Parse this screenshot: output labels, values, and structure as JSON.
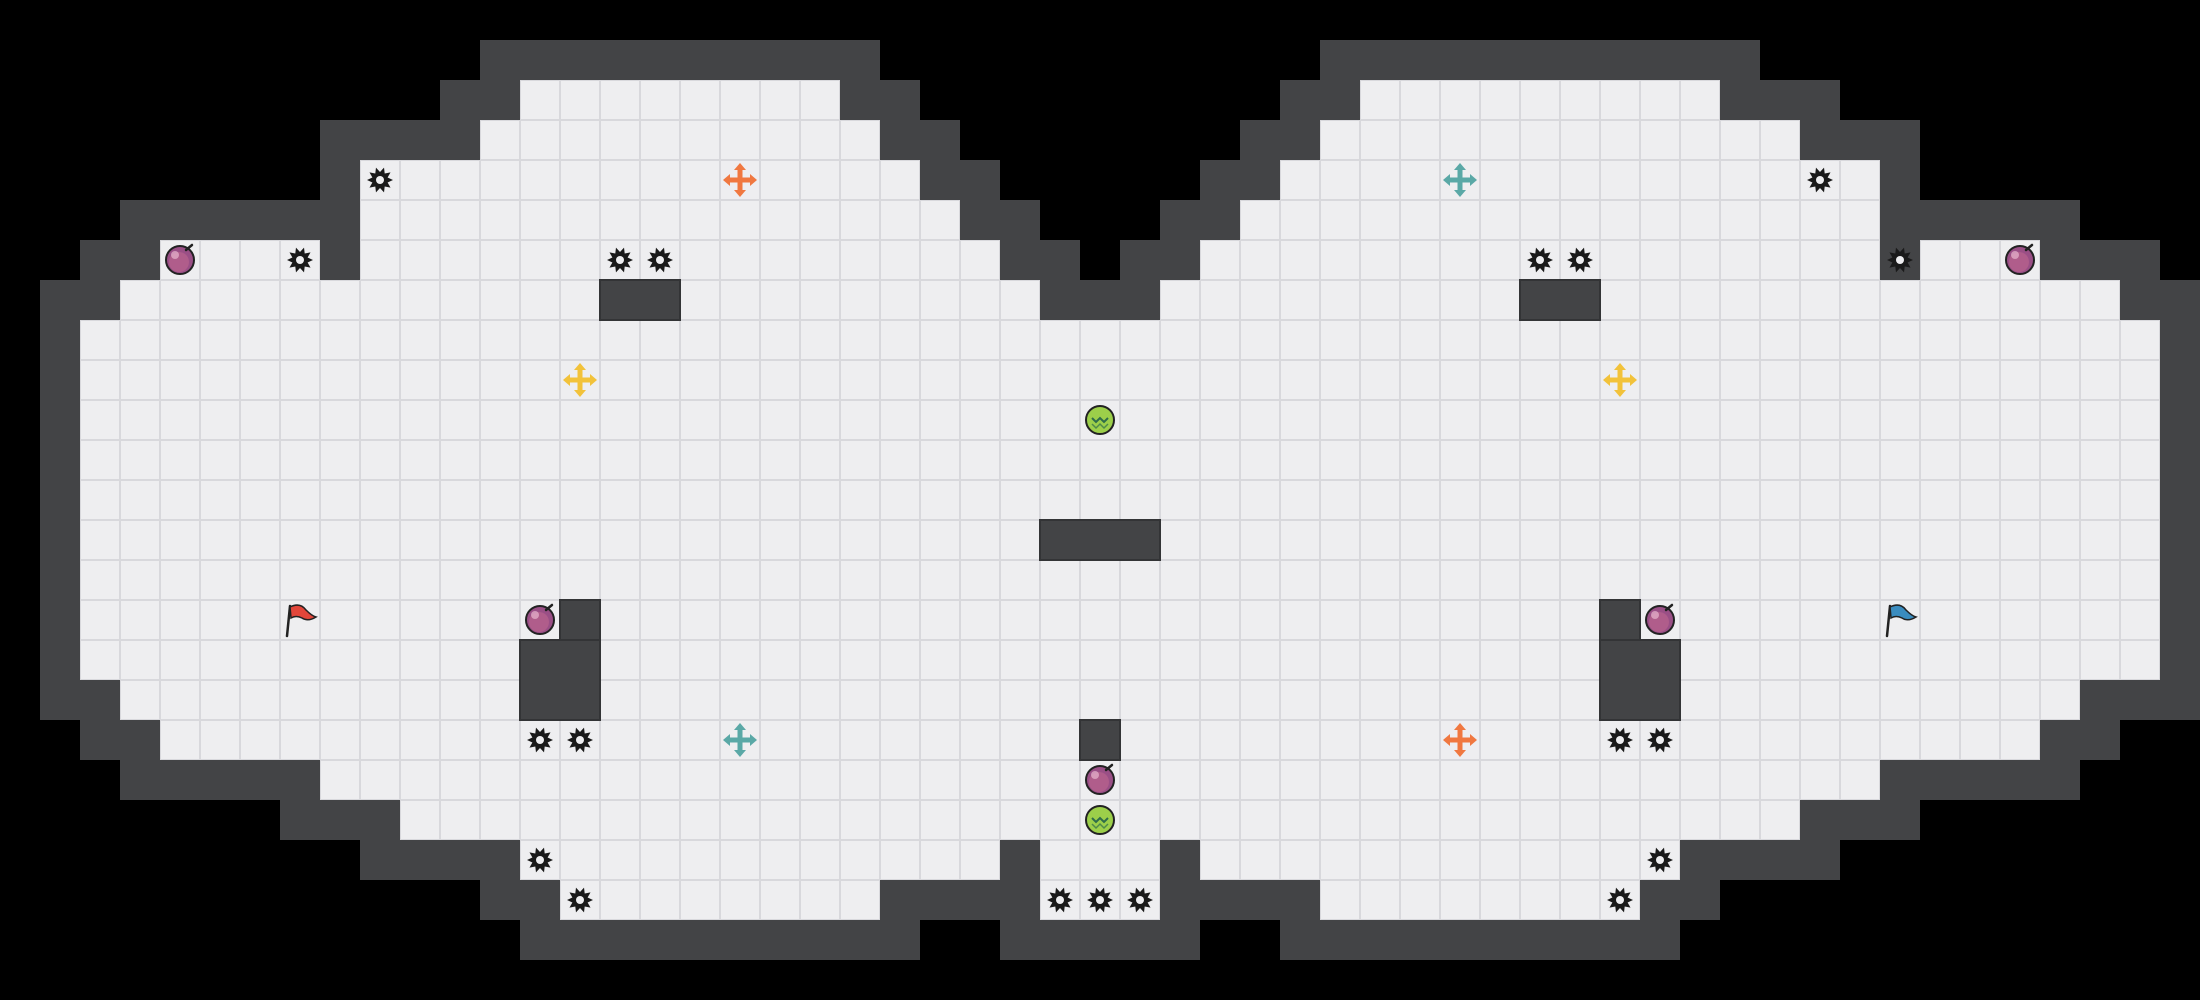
{
  "map": {
    "cols": 55,
    "rows": 25,
    "floor_spans": [
      [
        2,
        13,
        20
      ],
      [
        2,
        34,
        42
      ],
      [
        3,
        12,
        21
      ],
      [
        3,
        33,
        44
      ],
      [
        4,
        9,
        22
      ],
      [
        4,
        32,
        46
      ],
      [
        5,
        9,
        23
      ],
      [
        5,
        31,
        46
      ],
      [
        6,
        4,
        7
      ],
      [
        6,
        9,
        24
      ],
      [
        6,
        30,
        46
      ],
      [
        6,
        48,
        50
      ],
      [
        7,
        3,
        25
      ],
      [
        7,
        29,
        52
      ],
      [
        8,
        2,
        53
      ],
      [
        9,
        2,
        53
      ],
      [
        10,
        2,
        53
      ],
      [
        11,
        2,
        53
      ],
      [
        12,
        2,
        53
      ],
      [
        13,
        2,
        53
      ],
      [
        14,
        2,
        53
      ],
      [
        15,
        2,
        53
      ],
      [
        16,
        2,
        53
      ],
      [
        17,
        3,
        51
      ],
      [
        18,
        4,
        50
      ],
      [
        19,
        8,
        46
      ],
      [
        20,
        10,
        44
      ],
      [
        21,
        13,
        24
      ],
      [
        21,
        26,
        28
      ],
      [
        21,
        30,
        41
      ],
      [
        22,
        14,
        21
      ],
      [
        22,
        26,
        28
      ],
      [
        22,
        33,
        39
      ],
      [
        22,
        40,
        40
      ]
    ],
    "obstacle_rects": [
      [
        15,
        7,
        2,
        1
      ],
      [
        38,
        7,
        2,
        1
      ],
      [
        26,
        13,
        3,
        1
      ],
      [
        13,
        16,
        2,
        2
      ],
      [
        14,
        15,
        1,
        1
      ],
      [
        40,
        16,
        2,
        2
      ],
      [
        40,
        15,
        1,
        1
      ],
      [
        27,
        18,
        1,
        1
      ]
    ]
  },
  "colors": {
    "background": "#000000",
    "wall": "#434446",
    "wall_notch": "#5c5d60",
    "floor": "#eeeef0",
    "grid_line": "#d8d8dc",
    "spike": "#1a1a1a",
    "red_team": "#e2463a",
    "blue_team": "#3a8cbf",
    "arrow_orange": "#f07840",
    "arrow_teal": "#5aa8a6",
    "arrow_yellow": "#f2c23a",
    "potion_purple": "#9a4f86",
    "powerup_green": "#9ccf4a"
  },
  "spikes": [
    [
      9,
      4
    ],
    [
      7,
      6
    ],
    [
      15,
      6
    ],
    [
      16,
      6
    ],
    [
      13,
      18
    ],
    [
      14,
      18
    ],
    [
      13,
      21
    ],
    [
      14,
      22
    ],
    [
      45,
      4
    ],
    [
      38,
      6
    ],
    [
      39,
      6
    ],
    [
      47,
      6
    ],
    [
      40,
      18
    ],
    [
      41,
      18
    ],
    [
      41,
      21
    ],
    [
      40,
      22
    ],
    [
      26,
      22
    ],
    [
      27,
      22
    ],
    [
      28,
      22
    ]
  ],
  "potions": [
    [
      4,
      6
    ],
    [
      50,
      6
    ],
    [
      13,
      15
    ],
    [
      41,
      15
    ],
    [
      27,
      19
    ]
  ],
  "powerups": [
    [
      27,
      10
    ],
    [
      27,
      20
    ]
  ],
  "boost_pads": [
    {
      "col": 18,
      "row": 4,
      "color": "arrow_orange"
    },
    {
      "col": 36,
      "row": 4,
      "color": "arrow_teal"
    },
    {
      "col": 14,
      "row": 9,
      "color": "arrow_yellow"
    },
    {
      "col": 40,
      "row": 9,
      "color": "arrow_yellow"
    },
    {
      "col": 18,
      "row": 18,
      "color": "arrow_teal"
    },
    {
      "col": 36,
      "row": 18,
      "color": "arrow_orange"
    }
  ],
  "flags": [
    {
      "team": "red",
      "col": 7,
      "row": 15,
      "color": "red_team"
    },
    {
      "team": "blue",
      "col": 47,
      "row": 15,
      "color": "blue_team"
    }
  ],
  "icons": {
    "spike": "spike-mine-icon",
    "potion": "potion-bomb-icon",
    "powerup": "green-powerup-icon",
    "boost": "boost-arrows-icon",
    "flag": "team-flag-icon"
  }
}
